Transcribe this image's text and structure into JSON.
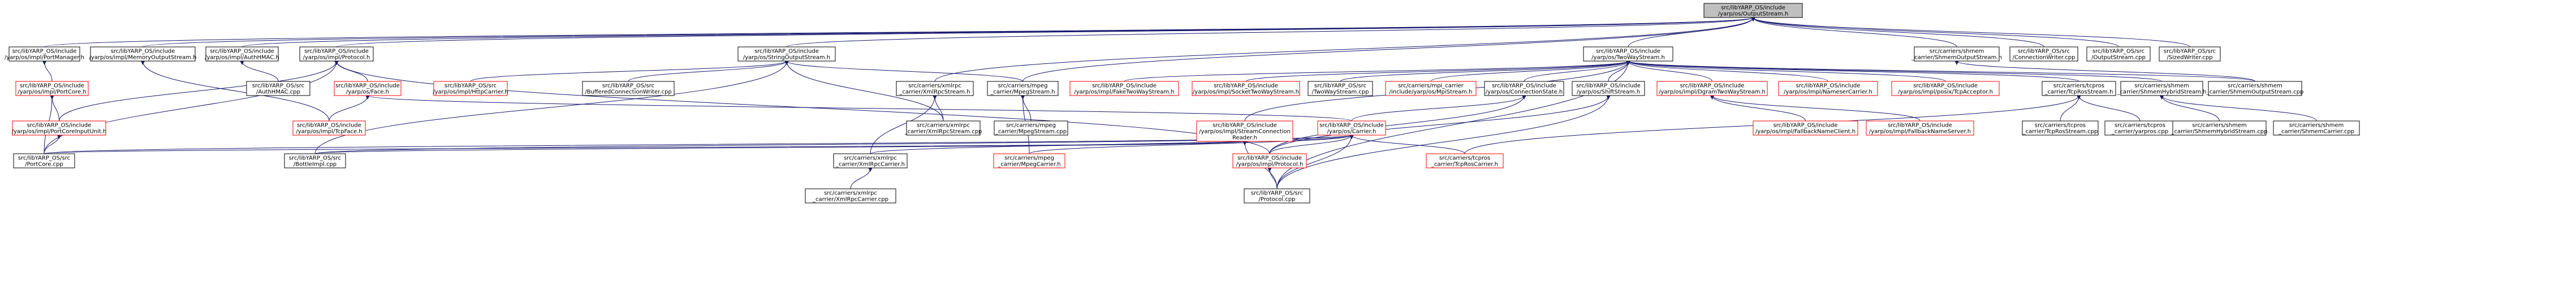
{
  "colors": {
    "root_fill": "#bfbfbf",
    "node_stroke_black": "#000000",
    "node_stroke_red": "#ff0000",
    "node_fill": "#ffffff",
    "edge_navy": "#191970"
  },
  "nodes": [
    {
      "id": "root",
      "lines": [
        "src/libYARP_OS/include",
        "/yarp/os/OutputStream.h"
      ],
      "style": "root"
    },
    {
      "id": "n1",
      "lines": [
        "src/libYARP_OS/include",
        "/yarp/os/impl/PortManager.h"
      ],
      "style": "black"
    },
    {
      "id": "n2",
      "lines": [
        "src/libYARP_OS/include",
        "/yarp/os/impl/MemoryOutputStream.h"
      ],
      "style": "black"
    },
    {
      "id": "n3",
      "lines": [
        "src/libYARP_OS/include",
        "/yarp/os/impl/AuthHMAC.h"
      ],
      "style": "black"
    },
    {
      "id": "n4",
      "lines": [
        "src/libYARP_OS/include",
        "/yarp/os/impl/Protocol.h"
      ],
      "style": "black"
    },
    {
      "id": "n5",
      "lines": [
        "src/libYARP_OS/include",
        "/yarp/os/StringOutputStream.h"
      ],
      "style": "black"
    },
    {
      "id": "n6",
      "lines": [
        "src/libYARP_OS/include",
        "/yarp/os/TwoWayStream.h"
      ],
      "style": "black"
    },
    {
      "id": "n7",
      "lines": [
        "src/carriers/shmem",
        "_carrier/ShmemOutputStream.h"
      ],
      "style": "black"
    },
    {
      "id": "n8",
      "lines": [
        "src/libYARP_OS/src",
        "/ConnectionWriter.cpp"
      ],
      "style": "black"
    },
    {
      "id": "n9",
      "lines": [
        "src/libYARP_OS/src",
        "/OutputStream.cpp"
      ],
      "style": "black"
    },
    {
      "id": "n10",
      "lines": [
        "src/libYARP_OS/src",
        "/SizedWriter.cpp"
      ],
      "style": "black"
    },
    {
      "id": "n11",
      "lines": [
        "src/libYARP_OS/include",
        "/yarp/os/impl/PortCore.h"
      ],
      "style": "red"
    },
    {
      "id": "n12",
      "lines": [
        "src/libYARP_OS/src",
        "/AuthHMAC.cpp"
      ],
      "style": "black"
    },
    {
      "id": "n13",
      "lines": [
        "src/libYARP_OS/include",
        "/yarp/os/Face.h"
      ],
      "style": "red"
    },
    {
      "id": "n14",
      "lines": [
        "src/libYARP_OS/src",
        "/yarp/os/impl/HttpCarrier.h"
      ],
      "style": "red"
    },
    {
      "id": "n15",
      "lines": [
        "src/libYARP_OS/src",
        "/BufferedConnectionWriter.cpp"
      ],
      "style": "black"
    },
    {
      "id": "n16",
      "lines": [
        "src/carriers/xmlrpc",
        "_carrier/XmlRpcStream.h"
      ],
      "style": "black"
    },
    {
      "id": "n17",
      "lines": [
        "src/carriers/mpeg",
        "_carrier/MpegStream.h"
      ],
      "style": "black"
    },
    {
      "id": "n18",
      "lines": [
        "src/libYARP_OS/include",
        "/yarp/os/impl/FakeTwoWayStream.h"
      ],
      "style": "red"
    },
    {
      "id": "n19",
      "lines": [
        "src/libYARP_OS/include",
        "/yarp/os/impl/SocketTwoWayStream.h"
      ],
      "style": "red"
    },
    {
      "id": "n20",
      "lines": [
        "src/libYARP_OS/src",
        "/TwoWayStream.cpp"
      ],
      "style": "black"
    },
    {
      "id": "n21",
      "lines": [
        "src/carriers/mpi_carrier",
        "/include/yarp/os/MpiStream.h"
      ],
      "style": "red"
    },
    {
      "id": "n22",
      "lines": [
        "src/libYARP_OS/include",
        "/yarp/os/ConnectionState.h"
      ],
      "style": "black"
    },
    {
      "id": "n23",
      "lines": [
        "src/libYARP_OS/include",
        "/yarp/os/ShiftStream.h"
      ],
      "style": "black"
    },
    {
      "id": "n24",
      "lines": [
        "src/libYARP_OS/include",
        "/yarp/os/impl/DgramTwoWayStream.h"
      ],
      "style": "red"
    },
    {
      "id": "n25",
      "lines": [
        "src/libYARP_OS/include",
        "/yarp/os/impl/NameserCarrier.h"
      ],
      "style": "red"
    },
    {
      "id": "n26",
      "lines": [
        "src/libYARP_OS/include",
        "/yarp/os/impl/posix/TcpAcceptor.h"
      ],
      "style": "red"
    },
    {
      "id": "n27",
      "lines": [
        "src/carriers/tcpros",
        "_carrier/TcpRosStream.h"
      ],
      "style": "black"
    },
    {
      "id": "n28",
      "lines": [
        "src/carriers/shmem",
        "_carrier/ShmemHybridStream.h"
      ],
      "style": "black"
    },
    {
      "id": "n29",
      "lines": [
        "src/carriers/shmem",
        "_carrier/ShmemOutputStream.cpp"
      ],
      "style": "black"
    },
    {
      "id": "n30",
      "lines": [
        "src/libYARP_OS/include",
        "/yarp/os/impl/PortCoreInputUnit.h"
      ],
      "style": "red"
    },
    {
      "id": "n31",
      "lines": [
        "src/libYARP_OS/include",
        "/yarp/os/impl/TcpFace.h"
      ],
      "style": "red"
    },
    {
      "id": "n32",
      "lines": [
        "src/carriers/xmlrpc",
        "_carrier/XmlRpcStream.cpp"
      ],
      "style": "black"
    },
    {
      "id": "n33",
      "lines": [
        "src/carriers/mpeg",
        "_carrier/MpegStream.cpp"
      ],
      "style": "black"
    },
    {
      "id": "n34",
      "lines": [
        "src/libYARP_OS/include",
        "/yarp/os/impl/StreamConnection",
        "Reader.h"
      ],
      "style": "red"
    },
    {
      "id": "n35",
      "lines": [
        "src/libYARP_OS/include",
        "/yarp/os/Carrier.h"
      ],
      "style": "red"
    },
    {
      "id": "n36",
      "lines": [
        "src/libYARP_OS/include",
        "/yarp/os/impl/FallbackNameClient.h"
      ],
      "style": "red"
    },
    {
      "id": "n37",
      "lines": [
        "src/libYARP_OS/include",
        "/yarp/os/impl/FallbackNameServer.h"
      ],
      "style": "red"
    },
    {
      "id": "n38",
      "lines": [
        "src/carriers/tcpros",
        "_carrier/TcpRosStream.cpp"
      ],
      "style": "black"
    },
    {
      "id": "n39",
      "lines": [
        "src/carriers/tcpros",
        "_carrier/yarpros.cpp"
      ],
      "style": "black"
    },
    {
      "id": "n40",
      "lines": [
        "src/carriers/shmem",
        "_carrier/ShmemHybridStream.cpp"
      ],
      "style": "black"
    },
    {
      "id": "n41",
      "lines": [
        "src/carriers/shmem",
        "_carrier/ShmemCarrier.cpp"
      ],
      "style": "black"
    },
    {
      "id": "n42",
      "lines": [
        "src/libYARP_OS/src",
        "/PortCore.cpp"
      ],
      "style": "black"
    },
    {
      "id": "n43",
      "lines": [
        "src/libYARP_OS/src",
        "/BottleImpl.cpp"
      ],
      "style": "black"
    },
    {
      "id": "n44",
      "lines": [
        "src/carriers/xmlrpc",
        "_carrier/XmlRpcCarrier.h"
      ],
      "style": "black"
    },
    {
      "id": "n45",
      "lines": [
        "src/carriers/mpeg",
        "_carrier/MpegCarrier.h"
      ],
      "style": "red"
    },
    {
      "id": "n46",
      "lines": [
        "src/libYARP_OS/include",
        "/yarp/os/impl/Protocol.h"
      ],
      "style": "red"
    },
    {
      "id": "n47",
      "lines": [
        "src/carriers/tcpros",
        "_carrier/TcpRosCarrier.h"
      ],
      "style": "red"
    },
    {
      "id": "n48",
      "lines": [
        "src/carriers/xmlrpc",
        "_carrier/XmlRpcCarrier.cpp"
      ],
      "style": "black"
    },
    {
      "id": "n49",
      "lines": [
        "src/libYARP_OS/src",
        "/Protocol.cpp"
      ],
      "style": "black"
    }
  ]
}
